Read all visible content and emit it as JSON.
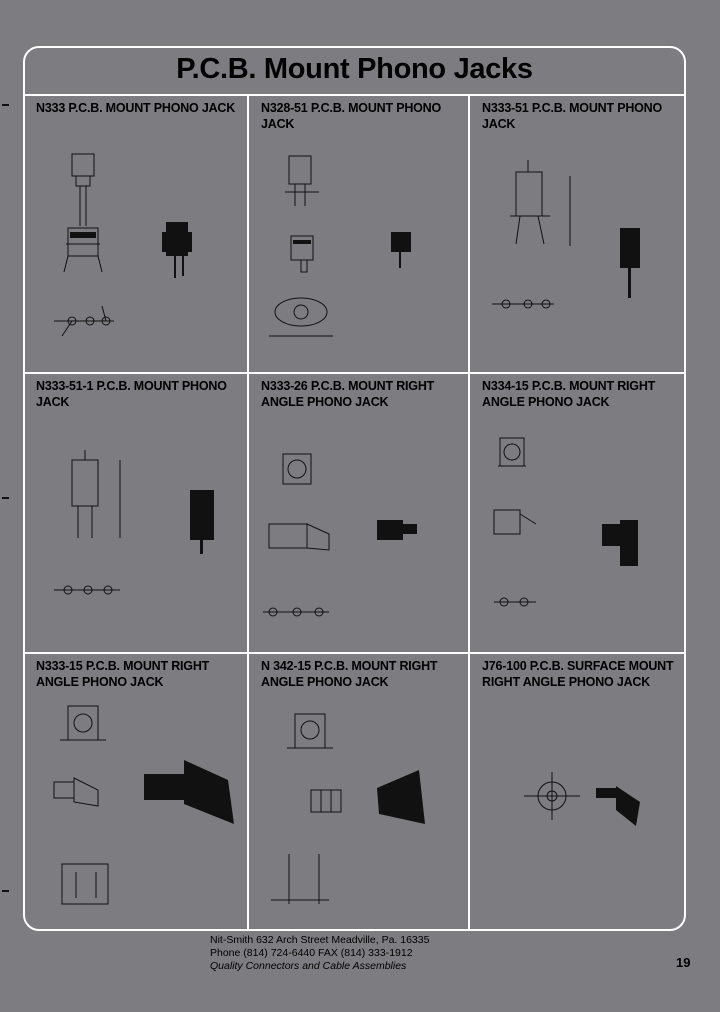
{
  "page": {
    "title": "P.C.B. Mount Phono Jacks",
    "page_number": "19"
  },
  "products": [
    {
      "title": "N333 P.C.B. MOUNT PHONO JACK"
    },
    {
      "title": "N328-51 P.C.B. MOUNT PHONO JACK"
    },
    {
      "title": "N333-51 P.C.B. MOUNT PHONO JACK"
    },
    {
      "title": "N333-51-1 P.C.B. MOUNT PHONO JACK"
    },
    {
      "title": "N333-26 P.C.B. MOUNT RIGHT ANGLE PHONO JACK"
    },
    {
      "title": "N334-15 P.C.B. MOUNT RIGHT ANGLE PHONO JACK"
    },
    {
      "title": "N333-15 P.C.B. MOUNT RIGHT ANGLE PHONO JACK"
    },
    {
      "title": "N 342-15 P.C.B. MOUNT RIGHT ANGLE PHONO JACK"
    },
    {
      "title": "J76-100 P.C.B. SURFACE MOUNT RIGHT ANGLE PHONO JACK"
    }
  ],
  "footer": {
    "line1": "Nit-Smith 632 Arch Street Meadville, Pa. 16335",
    "line2": "Phone (814) 724-6440 FAX (814) 333-1912",
    "tagline": "Quality Connectors and Cable Assemblies"
  }
}
